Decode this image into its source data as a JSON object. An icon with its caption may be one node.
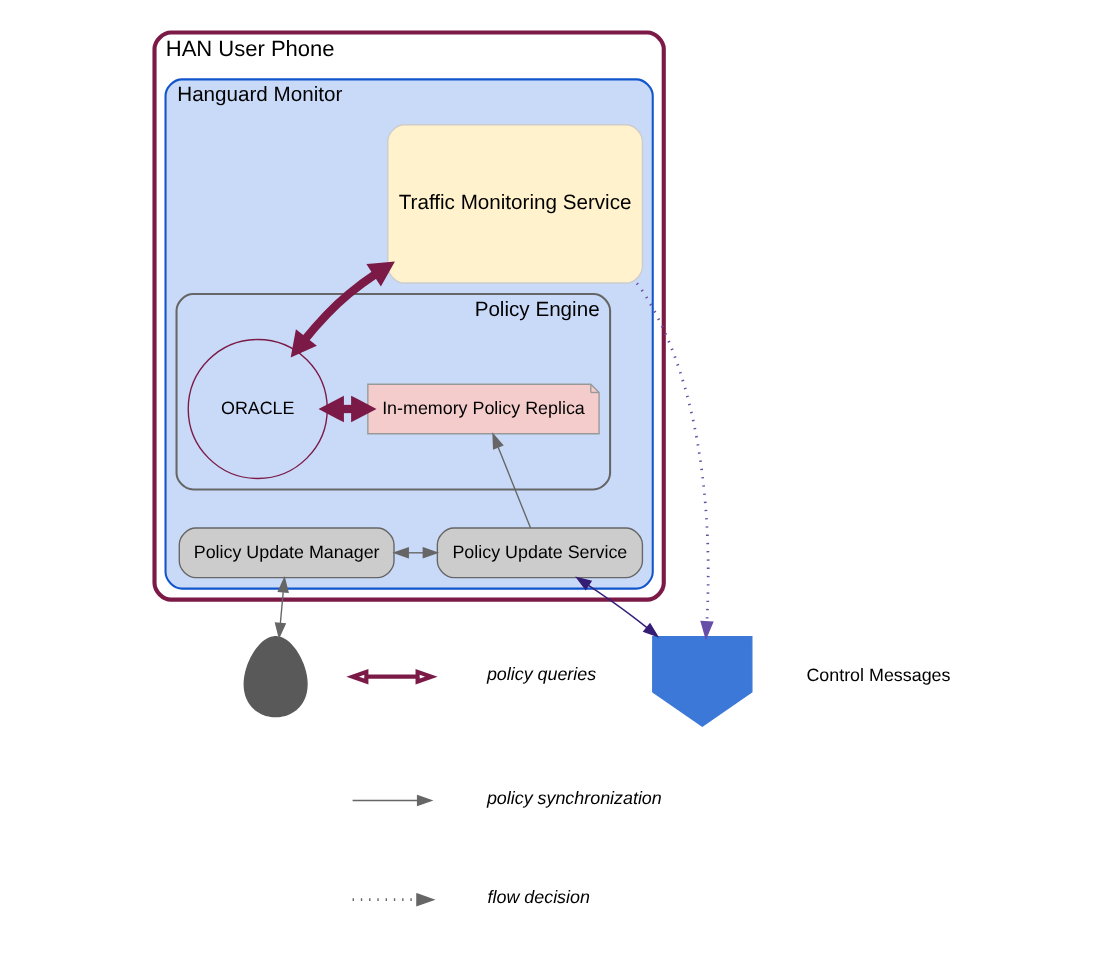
{
  "diagram": {
    "nodes": [
      {
        "text": [
          "HAN User Phone"
        ]
      },
      {
        "text": [
          "Hanguard Monitor"
        ],
        "in": 0
      },
      {
        "text": [
          "Traffic Monitoring Service"
        ],
        "in": 1
      },
      {
        "text": [
          "Policy Engine"
        ],
        "in": 1
      },
      {
        "text": [
          "ORACLE"
        ],
        "in": 3
      },
      {
        "text": [
          "In-memory Policy Replica"
        ],
        "in": 3
      },
      {
        "text": [
          "Policy Update Service"
        ],
        "in": 1
      },
      {
        "text": [
          "Policy Update Manager"
        ],
        "in": 1
      },
      {
        "text": [],
        "shape": "person"
      },
      {
        "text": [],
        "shape": "arrow",
        "beside": [
          "Control Messages"
        ]
      }
    ],
    "edges": [
      {
        "from": 2,
        "to": 4,
        "arrow": "both",
        "style": "thick",
        "color": "#7b1a46"
      },
      {
        "from": 4,
        "to": 5,
        "arrow": "both",
        "style": "thick",
        "color": "#7b1a46"
      },
      {
        "from": 6,
        "to": 5,
        "arrow": "to"
      },
      {
        "from": 6,
        "to": 7,
        "arrow": "both"
      },
      {
        "from": 7,
        "to": 8,
        "arrow": "both"
      },
      {
        "from": 2,
        "to": 9,
        "arrow": "to",
        "style": "dashed",
        "color": "#674ea7"
      },
      {
        "from": 6,
        "to": 9,
        "arrow": "both",
        "color": "#351c75"
      }
    ],
    "legend": [
      {
        "text": "policy queries"
      },
      {
        "text": "policy synchronization"
      },
      {
        "text": "flow decision"
      }
    ]
  }
}
